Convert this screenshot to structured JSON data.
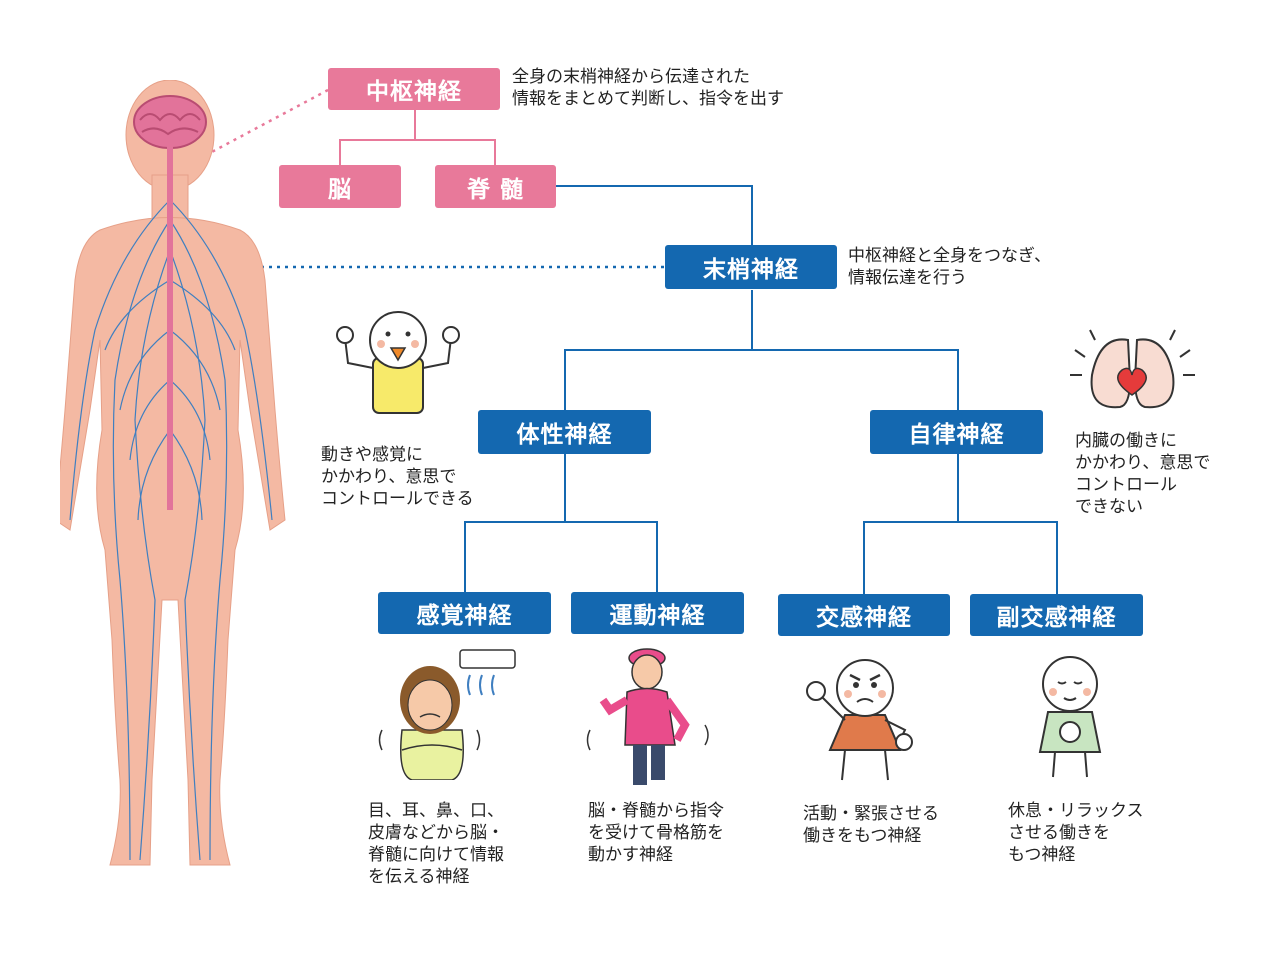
{
  "nodes": {
    "central": "中枢神経",
    "brain": "脳",
    "spinal_cord": "脊 髄",
    "peripheral": "末梢神経",
    "somatic": "体性神経",
    "autonomic": "自律神経",
    "sensory": "感覚神経",
    "motor": "運動神経",
    "sympathetic": "交感神経",
    "parasympathetic": "副交感神経"
  },
  "descriptions": {
    "central": "全身の末梢神経から伝達された\n情報をまとめて判断し、指令を出す",
    "peripheral": "中枢神経と全身をつなぎ、\n情報伝達を行う",
    "somatic": "動きや感覚に\nかかわり、意思で\nコントロールできる",
    "autonomic": "内臓の働きに\nかかわり、意思で\nコントロール\nできない",
    "sensory": "目、耳、鼻、口、\n皮膚などから脳・\n脊髄に向けて情報\nを伝える神経",
    "motor": "脳・脊髄から指令\nを受けて骨格筋を\n動かす神経",
    "sympathetic": "活動・緊張させる\n働きをもつ神経",
    "parasympathetic": "休息・リラックス\nさせる働きを\nもつ神経"
  },
  "colors": {
    "central_pink": "#e8799a",
    "peripheral_blue": "#1468b0",
    "skin": "#f4b9a3",
    "nerve": "#3f7fc0"
  }
}
